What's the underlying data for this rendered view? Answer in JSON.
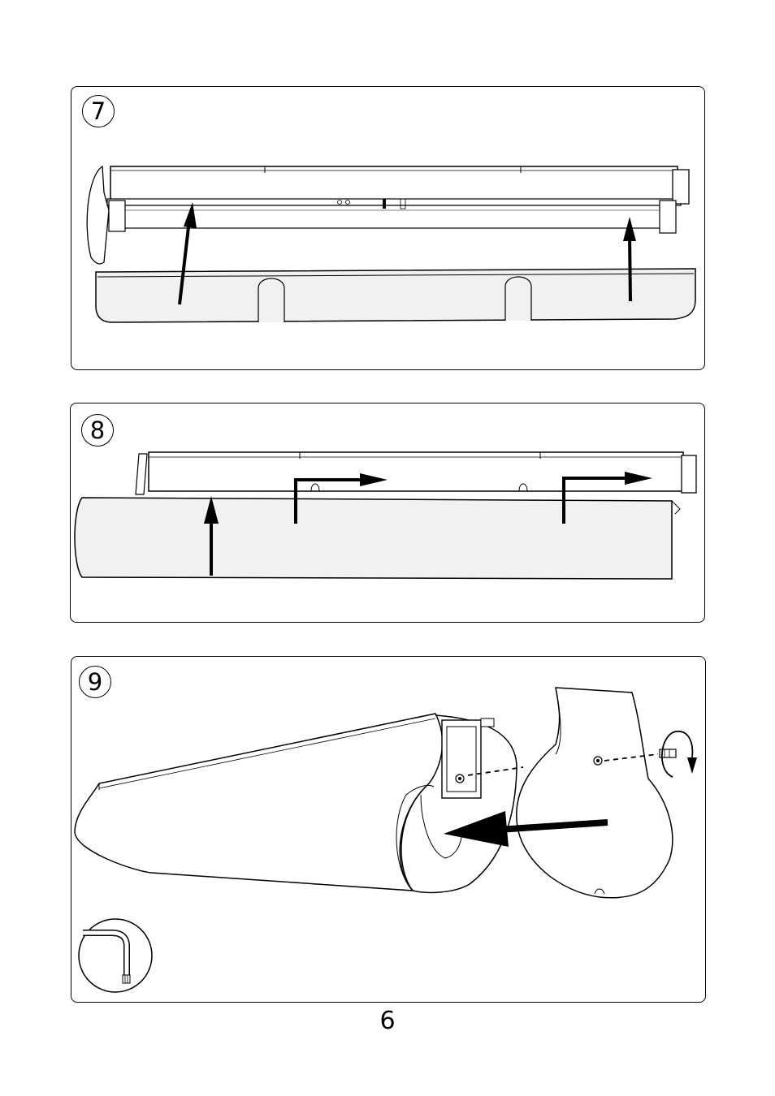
{
  "steps": [
    {
      "number": "7"
    },
    {
      "number": "8"
    },
    {
      "number": "9"
    }
  ],
  "tool_icon": "hex-key-icon",
  "page_number": "6"
}
